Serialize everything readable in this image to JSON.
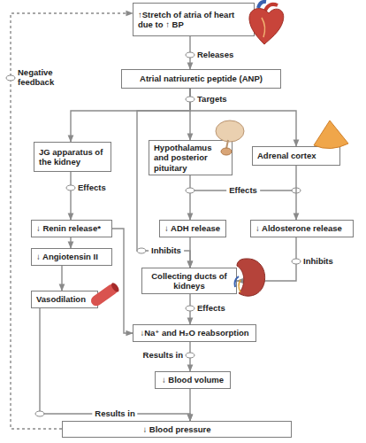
{
  "diagram": {
    "nodes": [
      {
        "text": [
          "↑Stretch of atria of heart due to ↑ BP"
        ]
      },
      {
        "text": [
          "Atrial natriuretic peptide (ANP)"
        ]
      },
      {
        "text": [
          "JG apparatus of the kidney"
        ]
      },
      {
        "text": [
          "Hypothalamus and posterior pituitary"
        ]
      },
      {
        "text": [
          "Adrenal cortex"
        ]
      },
      {
        "text": [
          "↓ Renin release*"
        ]
      },
      {
        "text": [
          "↓ ADH release"
        ]
      },
      {
        "text": [
          "↓ Aldosterone release"
        ]
      },
      {
        "text": [
          "↓ Angiotensin II"
        ]
      },
      {
        "text": [
          "Collecting ducts of kidneys"
        ]
      },
      {
        "text": [
          "Vasodilation"
        ]
      },
      {
        "text": [
          "↓Na⁺ and H₂O reabsorption"
        ]
      },
      {
        "text": [
          "↓ Blood volume"
        ]
      },
      {
        "text": [
          "↓ Blood pressure"
        ]
      }
    ],
    "edges": [
      {
        "from": 0,
        "to": 1,
        "label": "Releases",
        "arrow": "to"
      },
      {
        "from": 1,
        "to": 2,
        "arrow": "to"
      },
      {
        "from": 1,
        "to": 3,
        "label": "Targets",
        "arrow": "to"
      },
      {
        "from": 1,
        "to": 4,
        "arrow": "to"
      },
      {
        "from": 1,
        "to": 9,
        "label": "Inhibits",
        "arrow": "to"
      },
      {
        "from": 2,
        "to": 5,
        "label": "Effects",
        "arrow": "to"
      },
      {
        "from": 3,
        "to": 6,
        "label": "Effects",
        "arrow": "to"
      },
      {
        "from": 4,
        "to": 7,
        "arrow": "to"
      },
      {
        "from": 5,
        "to": 8,
        "arrow": "to"
      },
      {
        "from": 5,
        "to": 11,
        "arrow": "to"
      },
      {
        "from": 6,
        "to": 9,
        "arrow": "to"
      },
      {
        "from": 7,
        "to": 9,
        "label": "Inhibits",
        "arrow": "to"
      },
      {
        "from": 8,
        "to": 10,
        "arrow": "to"
      },
      {
        "from": 9,
        "to": 11,
        "label": "Effects",
        "arrow": "to"
      },
      {
        "from": 10,
        "to": 13,
        "label": "Results in",
        "arrow": "to"
      },
      {
        "from": 11,
        "to": 12,
        "label": "Results in",
        "arrow": "to"
      },
      {
        "from": 12,
        "to": 13,
        "arrow": "to"
      },
      {
        "from": 13,
        "to": 0,
        "label": "Negative feedback",
        "arrow": "to"
      }
    ]
  }
}
